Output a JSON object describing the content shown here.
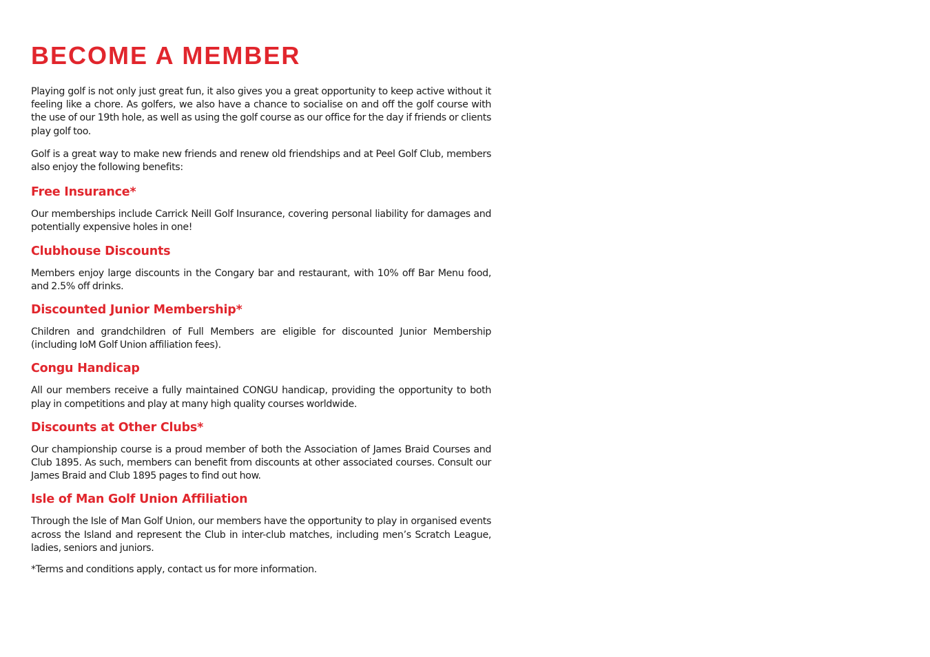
{
  "title": "BECOME A MEMBER",
  "intro": [
    "Playing golf is not only just great fun, it also gives you a great opportunity to keep active without it feeling like a chore. As golfers, we also have a chance to socialise on and off the golf course with the use of our 19th hole, as well as using the golf course as our office for the day if friends or clients play golf too.",
    "Golf is a great way to make new friends and renew old friendships and at Peel Golf Club, members also enjoy the following benefits:"
  ],
  "sections": [
    {
      "heading": "Free Insurance*",
      "body": "Our memberships include Carrick Neill Golf Insurance, covering personal liability for damages and potentially expensive holes in one!"
    },
    {
      "heading": "Clubhouse Discounts",
      "body": "Members enjoy large discounts in the Congary bar and restaurant, with 10% off Bar Menu food, and 2.5% off drinks."
    },
    {
      "heading": "Discounted Junior Membership*",
      "body": "Children and grandchildren of Full Members are eligible for discounted Junior Membership (including IoM Golf Union affiliation fees)."
    },
    {
      "heading": "Congu Handicap",
      "body": "All our members receive a fully maintained CONGU handicap, providing the opportunity to both play in competitions and play at many high quality courses worldwide."
    },
    {
      "heading": "Discounts at Other Clubs*",
      "body": "Our championship course is a proud member of both the Association of James Braid Courses and Club 1895. As such, members can benefit from discounts at other associated courses. Consult our James Braid and Club 1895 pages to find out how."
    },
    {
      "heading": "Isle of Man Golf Union Affiliation",
      "body": "Through the Isle of Man Golf Union, our members have the opportunity to play in organised events across the Island and represent the Club in inter-club matches, including men’s Scratch League, ladies, seniors and juniors."
    }
  ],
  "footnote": "*Terms and conditions apply, contact us for more information.",
  "colors": {
    "accent": "#e1262d",
    "text": "#1a1a1a",
    "background": "#ffffff"
  }
}
